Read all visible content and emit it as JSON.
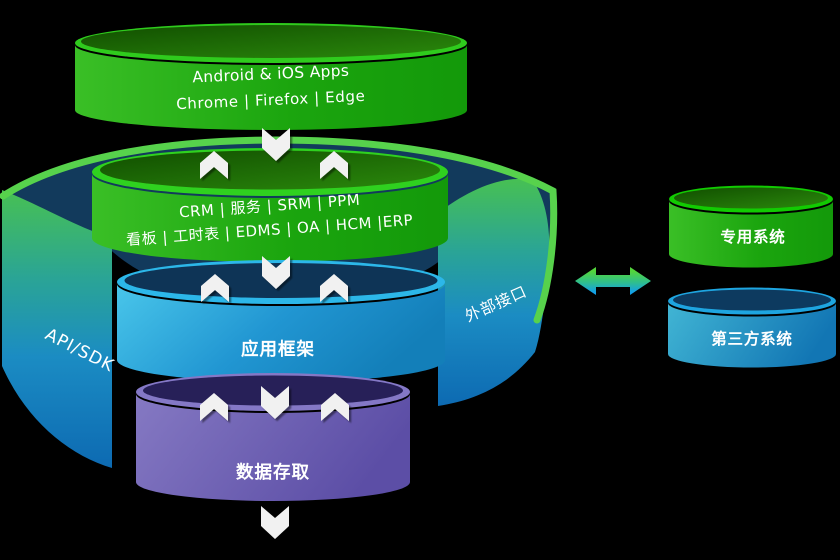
{
  "background": "#000000",
  "stack": {
    "browser_layer": {
      "line1": "Android & iOS Apps",
      "line2": "Chrome  |  Firefox  |  Edge",
      "color": "#1ba50e"
    },
    "modules_layer": {
      "line1": "CRM | 服务 | SRM | PPM",
      "line2": "看板 | 工时表 | EDMS | OA | HCM |ERP",
      "color": "#1ba50e"
    },
    "framework_layer": {
      "label": "应用框架",
      "color": "#2196d2"
    },
    "data_layer": {
      "label": "数据存取",
      "color": "#5c4ea6"
    },
    "api_band": {
      "label": "API/SDK",
      "color_top": "#47c053",
      "color_bottom": "#0d6ab2"
    },
    "interface_band": {
      "label": "外部接口",
      "color_top": "#47c053",
      "color_bottom": "#0d6ab2"
    }
  },
  "external_systems": {
    "dedicated": {
      "label": "专用系统",
      "color": "#1ba50e"
    },
    "third_party": {
      "label": "第三方系统",
      "color": "#1276b4"
    },
    "link_arrow_colors": [
      "#53d53b",
      "#13a0e7"
    ]
  },
  "accent_colors": {
    "outer_ring_top": "#123a5c",
    "outer_ring_rim": "#57d24c",
    "chevron": "#f1f1f1"
  }
}
